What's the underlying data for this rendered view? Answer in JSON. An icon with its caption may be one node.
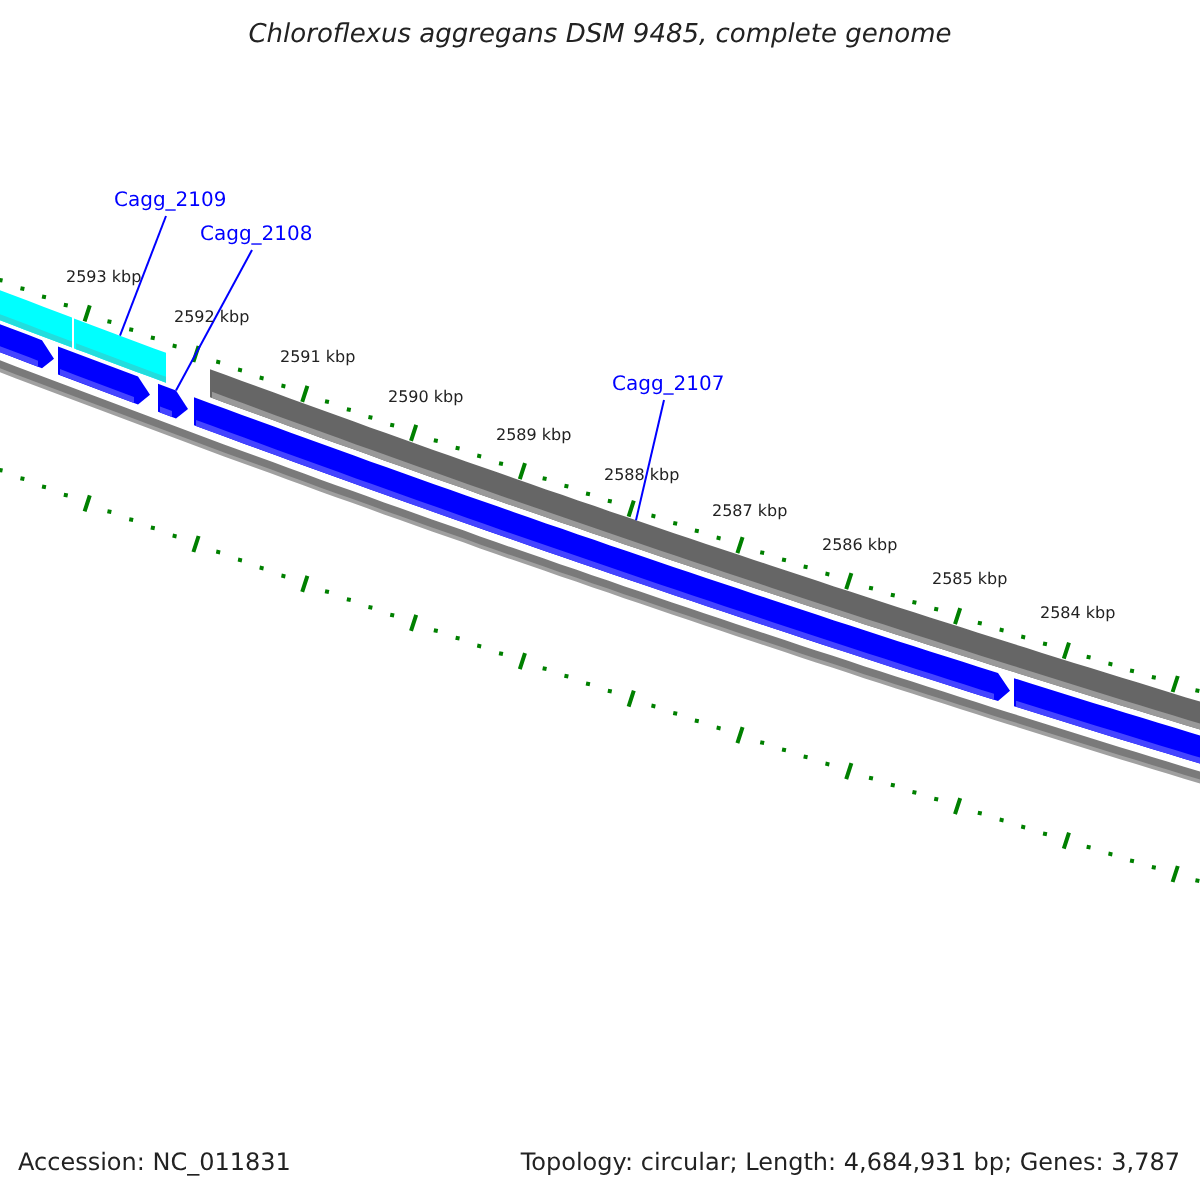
{
  "diagram": {
    "title": "Chloroflexus aggregans DSM 9485, complete genome",
    "nodes": [
      {
        "text": [
          "Cagg_2109"
        ]
      },
      {
        "text": [
          "Cagg_2108"
        ]
      },
      {
        "text": [
          "Cagg_2107"
        ]
      },
      {
        "text": [],
        "shape": "bar"
      },
      {
        "text": [],
        "shape": "arrow"
      },
      {
        "text": [],
        "shape": "arrow"
      },
      {
        "text": [],
        "shape": "bar"
      },
      {
        "text": [],
        "shape": "arrow"
      },
      {
        "text": [],
        "shape": "arrow"
      },
      {
        "text": [],
        "shape": "bar"
      },
      {
        "text": [],
        "shape": "bar"
      }
    ],
    "edges": [
      {
        "from": 0,
        "to": 6,
        "arrow": "none"
      },
      {
        "from": 1,
        "to": 7,
        "arrow": "none"
      },
      {
        "from": 2,
        "to": 9,
        "arrow": "none"
      }
    ],
    "labels": [
      "2593 kbp",
      "2592 kbp",
      "2591 kbp",
      "2590 kbp",
      "2589 kbp",
      "2588 kbp",
      "2587 kbp",
      "2586 kbp",
      "2585 kbp",
      "2584 kbp",
      "Accession: NC_011831",
      "Topology: circular; Length: 4,684,931 bp; Genes: 3,787"
    ]
  }
}
